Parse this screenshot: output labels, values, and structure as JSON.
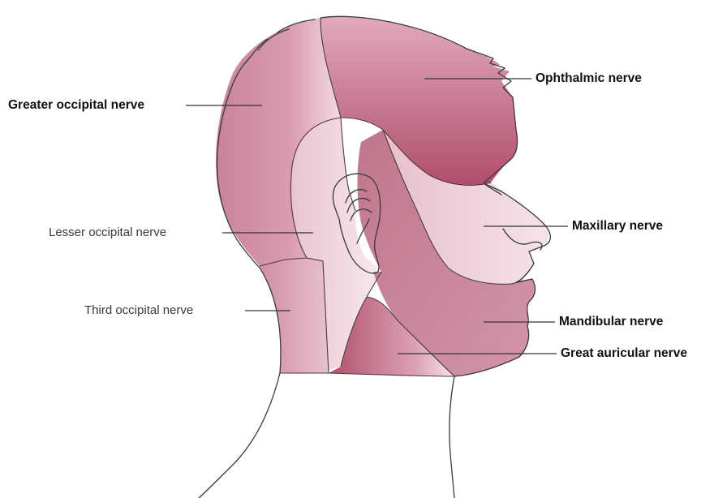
{
  "labels": {
    "greater_occipital": "Greater occipital nerve",
    "ophthalmic": "Ophthalmic nerve",
    "lesser_occipital": "Lesser occipital nerve",
    "maxillary": "Maxillary nerve",
    "third_occipital": "Third occipital nerve",
    "mandibular": "Mandibular nerve",
    "great_auricular": "Great auricular nerve"
  },
  "colors": {
    "ophthalmic": "#c06880",
    "greater_occipital": "#d594aa",
    "lesser_occipital": "#efd2de",
    "maxillary": "#f1d8e2",
    "mandibular": "#c27a8f",
    "great_auricular": "#b85a74",
    "third_occipital": "#d8a2b3",
    "ear": "#f7eaf0"
  }
}
